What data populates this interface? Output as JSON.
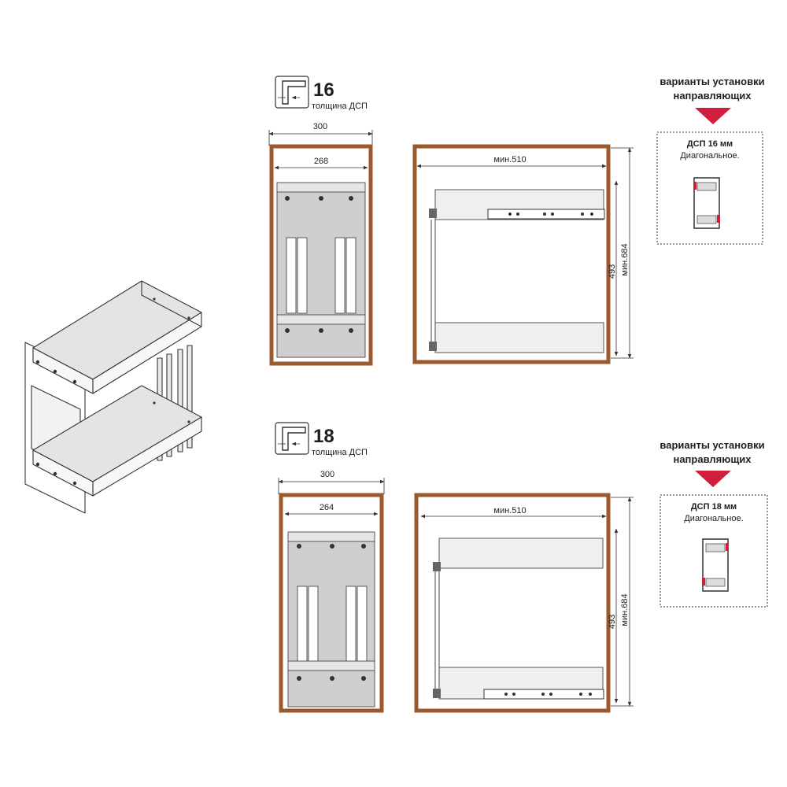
{
  "colors": {
    "chipboard": "#9a5a2c",
    "accent": "#cf1f3c",
    "metal": "#cfcfcf"
  },
  "variant_16": {
    "thickness": "16",
    "thickness_label": "толщина ДСП",
    "dim_outer_width": "300",
    "dim_inner_width": "268",
    "dim_depth": "мин.510",
    "dim_height": "493",
    "dim_min_height": "мин.684"
  },
  "variant_18": {
    "thickness": "18",
    "thickness_label": "толщина ДСП",
    "dim_outer_width": "300",
    "dim_inner_width": "264",
    "dim_depth": "мин.510",
    "dim_height": "493",
    "dim_min_height": "мин.684"
  },
  "options_16": {
    "header_line1": "варианты установки",
    "header_line2": "направляющих",
    "card_title": "ДСП 16 мм",
    "card_subtitle": "Диагональное."
  },
  "options_18": {
    "header_line1": "варианты установки",
    "header_line2": "направляющих",
    "card_title": "ДСП 18 мм",
    "card_subtitle": "Диагональное."
  }
}
